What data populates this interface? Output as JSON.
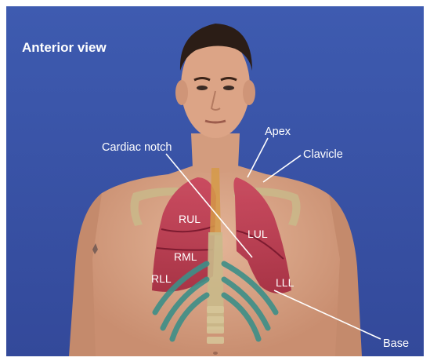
{
  "title": "Anterior view",
  "labels": {
    "cardiac_notch": "Cardiac notch",
    "apex": "Apex",
    "clavicle": "Clavicle",
    "base": "Base"
  },
  "lobes": {
    "rul": "RUL",
    "rml": "RML",
    "rll": "RLL",
    "lul": "LUL",
    "lll": "LLL"
  },
  "colors": {
    "background": "#3a55a8",
    "skin": "#d9a78a",
    "lung": "#b8324c",
    "ribs": "#3d8f88",
    "bone": "#c9b98a",
    "label": "#ffffff"
  }
}
